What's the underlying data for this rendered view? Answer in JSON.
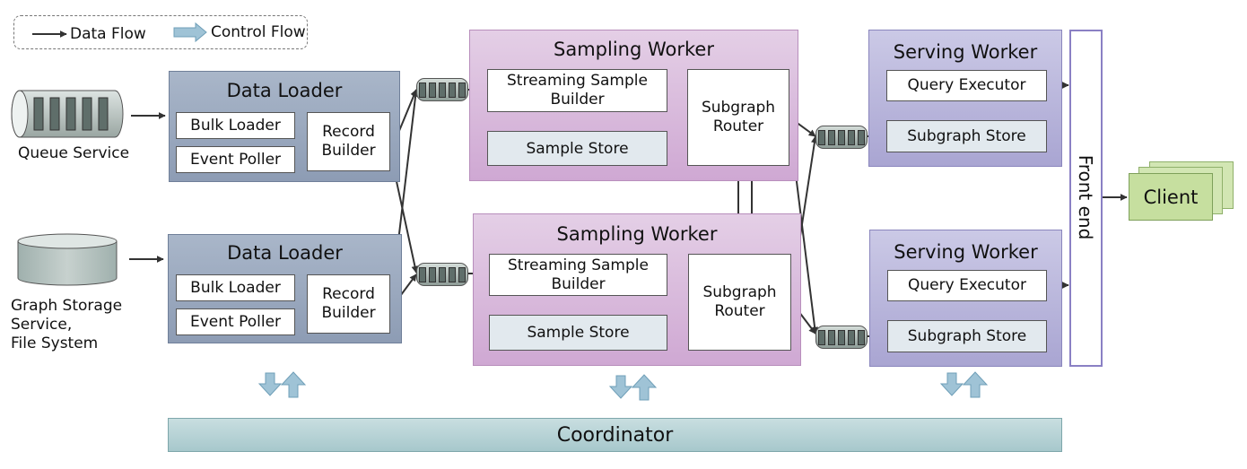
{
  "legend": {
    "data_flow": "Data Flow",
    "control_flow": "Control Flow"
  },
  "sources": {
    "queue_service": "Queue Service",
    "graph_storage": [
      "Graph Storage",
      "Service,",
      "File System"
    ]
  },
  "loaders": [
    {
      "title": "Data Loader",
      "bulk": "Bulk Loader",
      "event": "Event Poller",
      "record": "Record Builder"
    },
    {
      "title": "Data Loader",
      "bulk": "Bulk Loader",
      "event": "Event Poller",
      "record": "Record Builder"
    }
  ],
  "samplers": [
    {
      "title": "Sampling Worker",
      "streaming": "Streaming Sample Builder",
      "store": "Sample Store",
      "router": "Subgraph Router"
    },
    {
      "title": "Sampling Worker",
      "streaming": "Streaming Sample Builder",
      "store": "Sample Store",
      "router": "Subgraph Router"
    }
  ],
  "servers": [
    {
      "title": "Serving Worker",
      "query": "Query Executor",
      "store": "Subgraph Store"
    },
    {
      "title": "Serving Worker",
      "query": "Query Executor",
      "store": "Subgraph Store"
    }
  ],
  "frontend": "Front end",
  "client": "Client",
  "coordinator": "Coordinator",
  "colors": {
    "loader_panel": "#98a6bd",
    "sampling_panel": "#d9bddc",
    "serving_panel": "#b7b4dc",
    "client": "#c6df9f",
    "coordinator": "#b7d2d5",
    "control_arrow": "#9fc3d6"
  }
}
